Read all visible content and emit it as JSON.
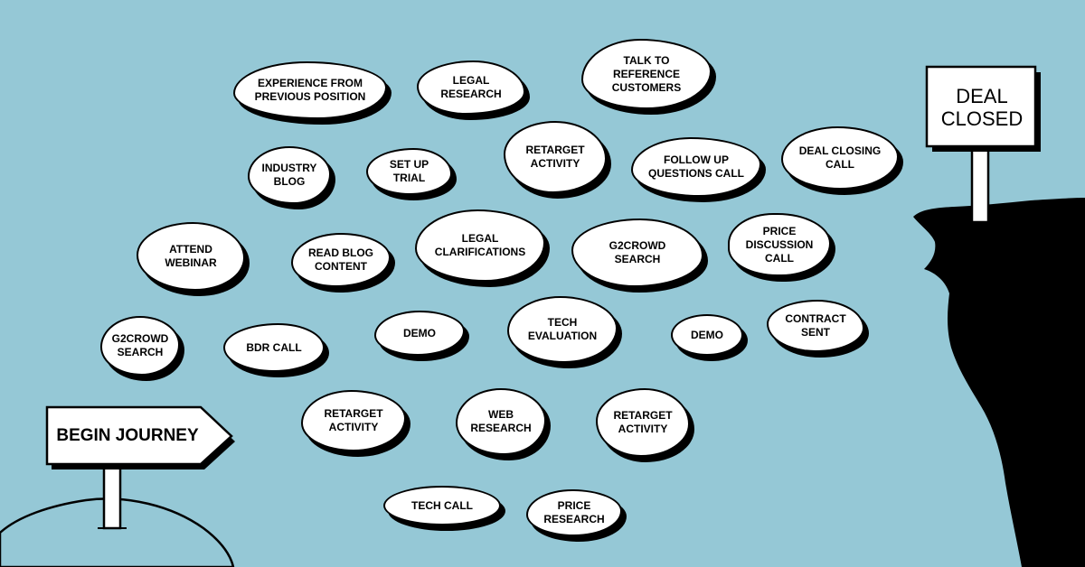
{
  "colors": {
    "background": "#95c8d6",
    "stone": "#ffffff",
    "outline": "#000000"
  },
  "start_sign": {
    "label": "BEGIN JOURNEY"
  },
  "end_sign": {
    "label": "DEAL\nCLOSED"
  },
  "steps": [
    {
      "label": "EXPERIENCE FROM\nPREVIOUS POSITION"
    },
    {
      "label": "LEGAL\nRESEARCH"
    },
    {
      "label": "TALK TO\nREFERENCE\nCUSTOMERS"
    },
    {
      "label": "INDUSTRY\nBLOG"
    },
    {
      "label": "SET UP\nTRIAL"
    },
    {
      "label": "RETARGET\nACTIVITY"
    },
    {
      "label": "FOLLOW UP\nQUESTIONS CALL"
    },
    {
      "label": "DEAL CLOSING\nCALL"
    },
    {
      "label": "ATTEND\nWEBINAR"
    },
    {
      "label": "READ BLOG\nCONTENT"
    },
    {
      "label": "LEGAL\nCLARIFICATIONS"
    },
    {
      "label": "G2CROWD\nSEARCH"
    },
    {
      "label": "PRICE\nDISCUSSION\nCALL"
    },
    {
      "label": "G2CROWD\nSEARCH"
    },
    {
      "label": "BDR CALL"
    },
    {
      "label": "DEMO"
    },
    {
      "label": "TECH\nEVALUATION"
    },
    {
      "label": "DEMO"
    },
    {
      "label": "CONTRACT\nSENT"
    },
    {
      "label": "RETARGET\nACTIVITY"
    },
    {
      "label": "WEB\nRESEARCH"
    },
    {
      "label": "RETARGET\nACTIVITY"
    },
    {
      "label": "TECH CALL"
    },
    {
      "label": "PRICE\nRESEARCH"
    }
  ]
}
